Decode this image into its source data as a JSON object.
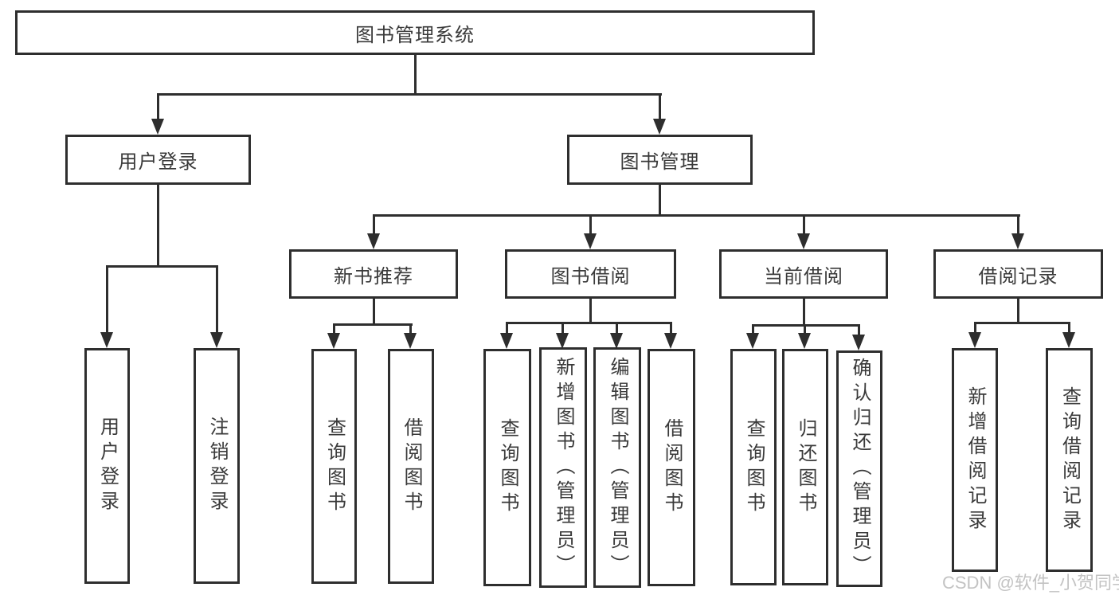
{
  "diagram": {
    "title": "图书管理系统",
    "tree": {
      "root": {
        "label": "图书管理系统"
      },
      "children": [
        {
          "label": "用户登录",
          "leaves": [
            {
              "label": "用户登录"
            },
            {
              "label": "注销登录"
            }
          ]
        },
        {
          "label": "图书管理",
          "groups": [
            {
              "label": "新书推荐",
              "leaves": [
                {
                  "label": "查询图书"
                },
                {
                  "label": "借阅图书"
                }
              ]
            },
            {
              "label": "图书借阅",
              "leaves": [
                {
                  "label": "查询图书"
                },
                {
                  "label": "新增图书（管理员）"
                },
                {
                  "label": "编辑图书（管理员）"
                },
                {
                  "label": "借阅图书"
                }
              ]
            },
            {
              "label": "当前借阅",
              "leaves": [
                {
                  "label": "查询图书"
                },
                {
                  "label": "归还图书"
                },
                {
                  "label": "确认归还（管理员）"
                }
              ]
            },
            {
              "label": "借阅记录",
              "leaves": [
                {
                  "label": "新增借阅记录"
                },
                {
                  "label": "查询借阅记录"
                }
              ]
            }
          ]
        }
      ]
    },
    "colors": {
      "line": "#2e2e2e",
      "text": "#3a3a3a",
      "background": "#ffffff",
      "watermark_color": "#c3c3c3"
    },
    "watermark": "CSDN @软件_小贺同学"
  }
}
